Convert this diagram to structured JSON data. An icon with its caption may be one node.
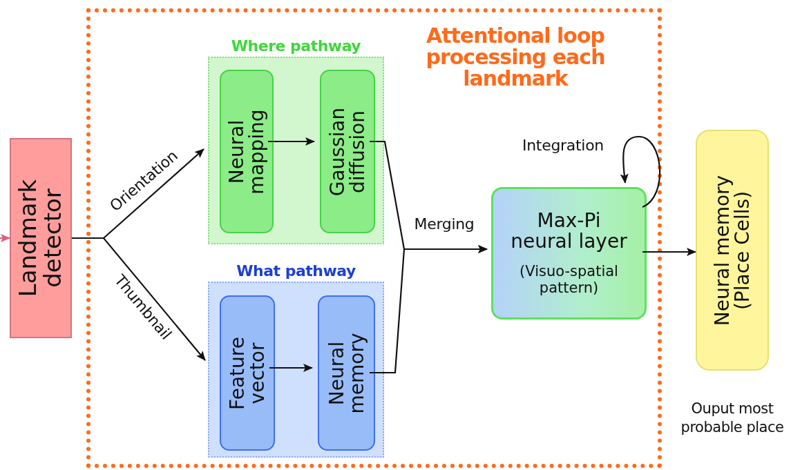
{
  "diagram": {
    "nodes": [
      {
        "text": [
          "Attentional loop processing each landmark"
        ]
      },
      {
        "text": [
          "Where pathway"
        ],
        "in": 0
      },
      {
        "text": [
          "Neural mapping"
        ],
        "in": 1
      },
      {
        "text": [
          "Gaussian diffusion"
        ],
        "in": 1
      },
      {
        "text": [
          "What pathway"
        ],
        "in": 0
      },
      {
        "text": [
          "Feature vector"
        ],
        "in": 4
      },
      {
        "text": [
          "Neural memory"
        ],
        "in": 4
      },
      {
        "text": [
          "Max-Pi neural layer",
          "(Visuo-spatial pattern)"
        ],
        "in": 0
      },
      {
        "text": [
          "Landmark detector"
        ]
      },
      {
        "text": [
          "Neural memory (Place Cells)"
        ],
        "beside": [
          "Ouput most probable place"
        ]
      }
    ],
    "edges": [
      {
        "from": null,
        "to": 8,
        "arrow": "to",
        "color": "#d9607a"
      },
      {
        "from": 8,
        "to": 1,
        "arrow": "to",
        "label": "Orientation"
      },
      {
        "from": 8,
        "to": 4,
        "arrow": "to",
        "label": "Thumbnail"
      },
      {
        "from": 2,
        "to": 3,
        "arrow": "to"
      },
      {
        "from": 5,
        "to": 6,
        "arrow": "to"
      },
      {
        "from": 3,
        "to": 7,
        "arrow": "to",
        "label": "Merging"
      },
      {
        "from": 6,
        "to": 7,
        "arrow": "to"
      },
      {
        "from": 7,
        "to": 7,
        "arrow": "to",
        "label": "Integration"
      },
      {
        "from": 7,
        "to": 9,
        "arrow": "to"
      }
    ]
  }
}
